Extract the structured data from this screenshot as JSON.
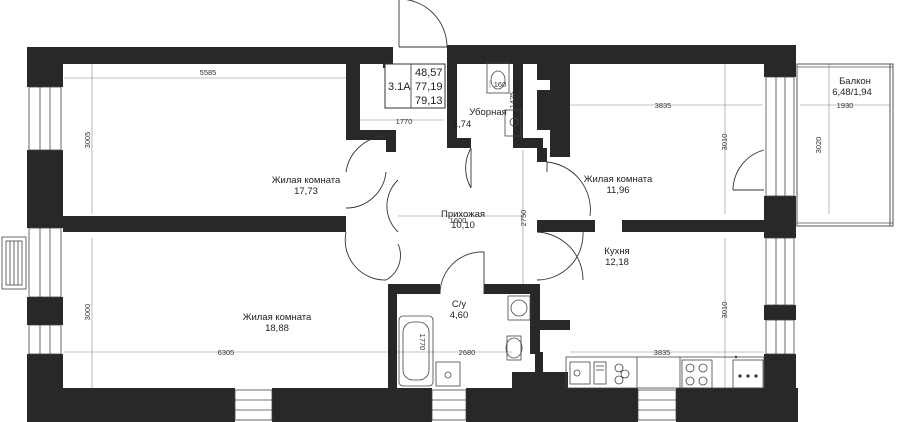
{
  "area_box": {
    "code": "3.1A",
    "living_area": "48,57",
    "total_area": "77,19",
    "total_with_balcony": "79,13"
  },
  "rooms": [
    {
      "id": "living1",
      "name": "Жилая комната",
      "area": "17,73"
    },
    {
      "id": "living2",
      "name": "Жилая комната",
      "area": "18,88"
    },
    {
      "id": "living3",
      "name": "Жилая комната",
      "area": "11,96"
    },
    {
      "id": "hall",
      "name": "Прихожая",
      "area": "10,10"
    },
    {
      "id": "wc",
      "name": "Уборная",
      "area": "1,74"
    },
    {
      "id": "bath",
      "name": "С/у",
      "area": "4,60"
    },
    {
      "id": "kitchen",
      "name": "Кухня",
      "area": "12,18"
    },
    {
      "id": "balcony",
      "name": "Балкон",
      "area": "6,48/1,94"
    }
  ],
  "dimensions": {
    "d5585": "5585",
    "d3005": "3005",
    "d1770": "1770",
    "d1425": "1425",
    "d160": "160",
    "d3835_top": "3835",
    "d3010_top": "3010",
    "d1930": "1930",
    "d3020": "3020",
    "d1600": "1600",
    "d2750": "2750",
    "d3000": "3000",
    "d6305": "6305",
    "d2680": "2680",
    "d1770_bath": "1770",
    "d3010_bottom": "3010",
    "d3835_bottom": "3835"
  }
}
